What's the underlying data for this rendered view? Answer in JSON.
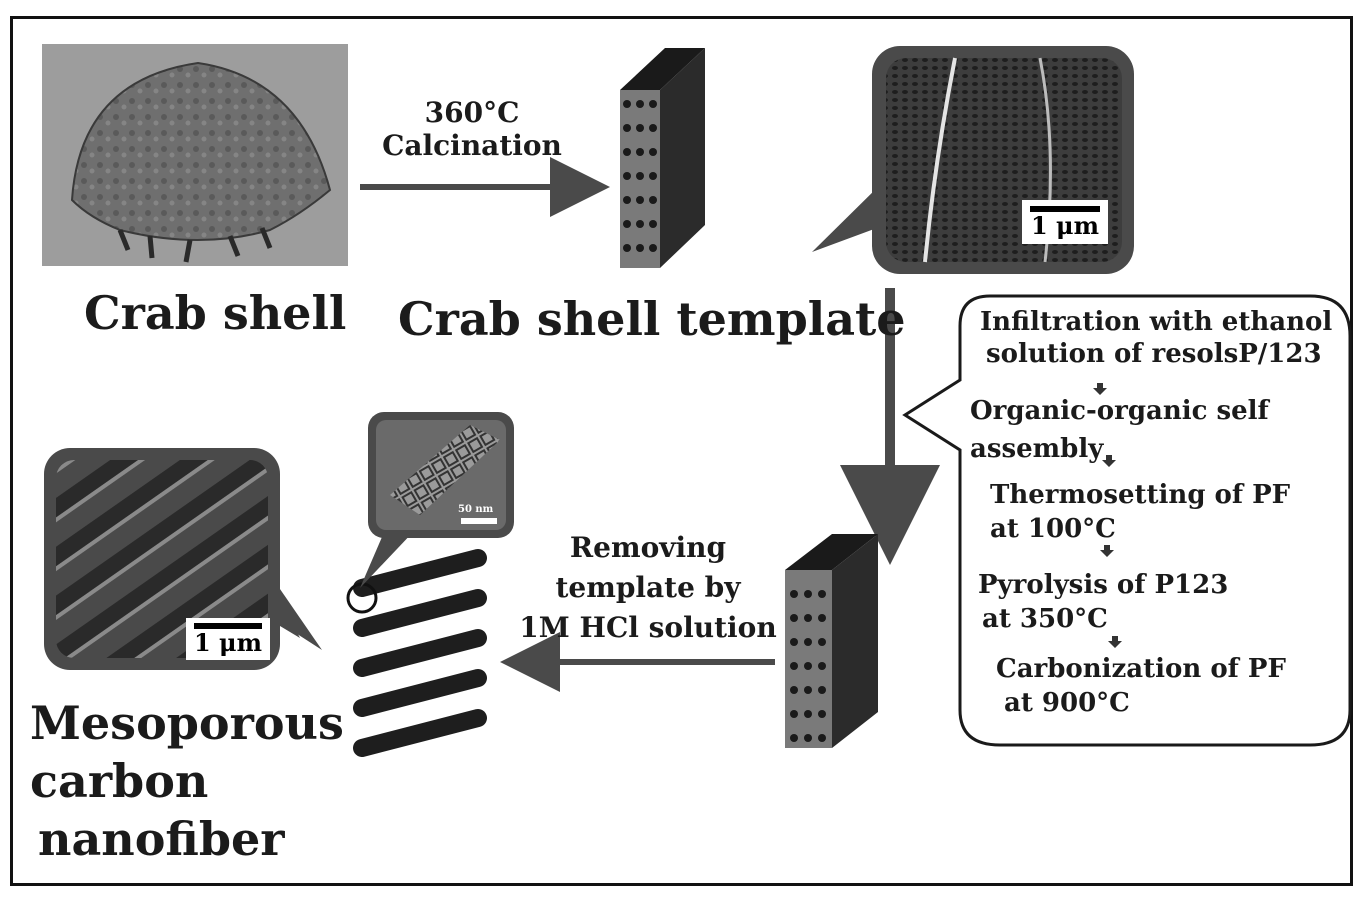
{
  "crab_shell_label": "Crab shell",
  "template_label": "Crab shell template",
  "calcination": {
    "line1": "360°C",
    "line2": "Calcination"
  },
  "sem_top_scale": "1 μm",
  "sem_left_scale": "1 μm",
  "tem_scale": "50 nm",
  "removing": {
    "line1": "Removing",
    "line2": "template by",
    "line3": "1M HCl solution"
  },
  "product_label": {
    "line1": "Mesoporous",
    "line2": "carbon",
    "line3": "nanofiber"
  },
  "steps": [
    {
      "line1": "Infiltration with ethanol",
      "line2": "solution of resolsP/123"
    },
    {
      "line1": "Organic-organic self",
      "line2": "assembly"
    },
    {
      "line1": "Thermosetting of PF",
      "line2": "at 100°C"
    },
    {
      "line1": "Pyrolysis of P123",
      "line2": "at 350°C"
    },
    {
      "line1": "Carbonization of PF",
      "line2": "at 900°C"
    }
  ]
}
